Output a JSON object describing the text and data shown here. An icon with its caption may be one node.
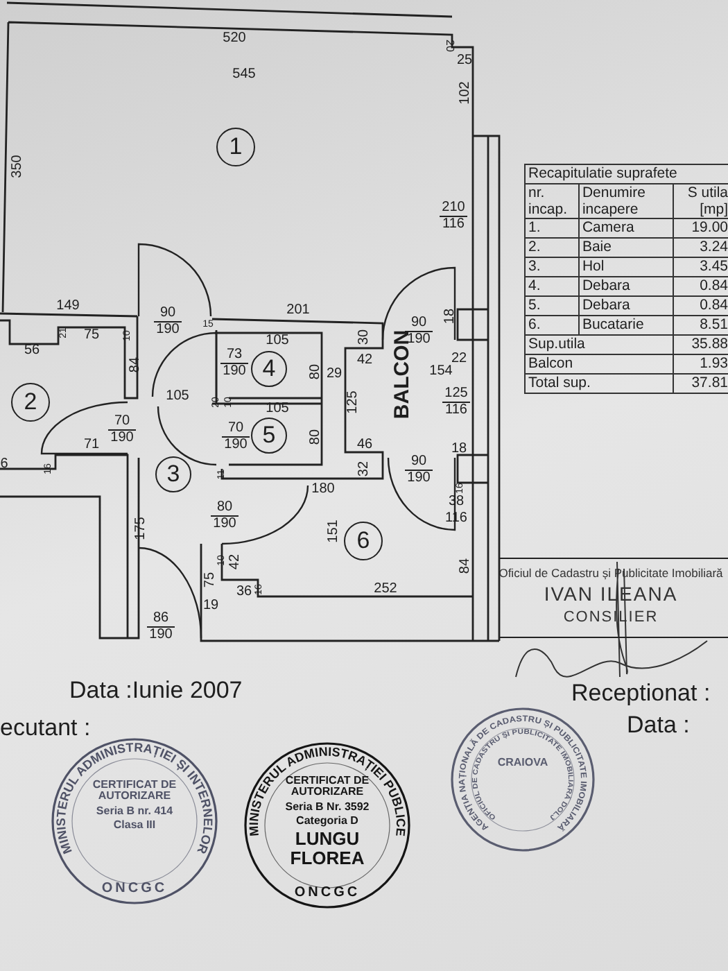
{
  "diagram": {
    "nodes": [
      {
        "text": [
          "1"
        ]
      },
      {
        "text": [
          "2"
        ]
      },
      {
        "text": [
          "3"
        ]
      },
      {
        "text": [
          "4"
        ]
      },
      {
        "text": [
          "5"
        ]
      },
      {
        "text": [
          "6"
        ]
      },
      {
        "text": [
          "Oficiul de Cadastru și Publicitate Imobiliară",
          "IVAN ILEANA",
          "CONSILIER"
        ]
      },
      {
        "text": [
          "MINISTERUL ADMINISTRAȚIEI ȘI INTERNELOR",
          "CERTIFICAT DE AUTORIZARE",
          "Seria B nr. 414",
          "Clasa III",
          "ONCGC"
        ]
      },
      {
        "text": [
          "MINISTERUL ADMINISTRAȚIEI PUBLICE",
          "CERTIFICAT DE AUTORIZARE",
          "Seria B Nr. 3592",
          "Categoria D",
          "LUNGU FLOREA",
          "ONCGC"
        ]
      },
      {
        "text": [
          "AGENȚIA NAȚIONALĂ DE CADASTRU ȘI PUBLICITATE IMOBILIARĂ",
          "OFICIUL DE CADASTRU ȘI PUBLICITATE IMOBILIARĂ DOLJ",
          "CRAIOVA"
        ]
      }
    ],
    "labels": [
      "520",
      "545",
      "20",
      "25",
      "102",
      "350",
      "210",
      "116",
      "149",
      "21",
      "75",
      "10",
      "56",
      "90",
      "190",
      "201",
      "15",
      "105",
      "73",
      "190",
      "30",
      "90",
      "190",
      "18",
      "84",
      "80",
      "29",
      "42",
      "154",
      "22",
      "105",
      "20",
      "10",
      "105",
      "125",
      "125",
      "116",
      "70",
      "190",
      "70",
      "190",
      "80",
      "71",
      "46",
      "18",
      "6",
      "16",
      "11",
      "32",
      "90",
      "190",
      "180",
      "16",
      "38",
      "116",
      "80",
      "190",
      "175",
      "151",
      "10",
      "42",
      "84",
      "75",
      "36",
      "16",
      "252",
      "19",
      "86",
      "190",
      "BALCON",
      "Recapitulatie suprafete",
      "nr. incap.",
      "Denumire incapere",
      "S utila [mp]",
      "1.",
      "Camera",
      "19.00",
      "2.",
      "Baie",
      "3.24",
      "3.",
      "Hol",
      "3.45",
      "4.",
      "Debara",
      "0.84",
      "5.",
      "Debara",
      "0.84",
      "6.",
      "Bucatarie",
      "8.51",
      "Sup.utila",
      "35.88",
      "Balcon",
      "1.93",
      "Total sup.",
      "37.81",
      "Data :Iunie 2007",
      "ecutant :",
      "Receptionat :",
      "Data :"
    ]
  }
}
